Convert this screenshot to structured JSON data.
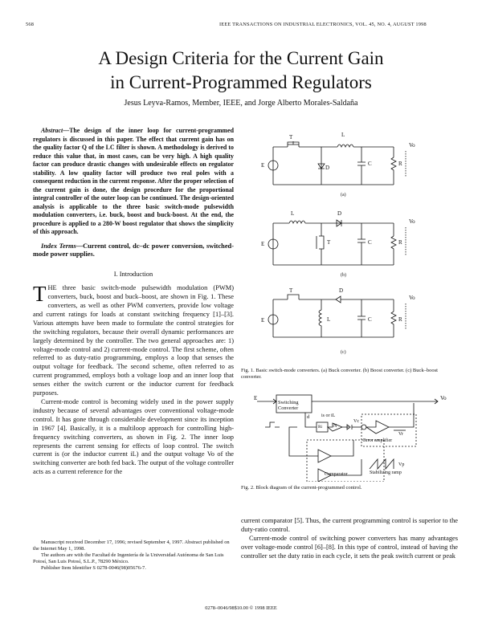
{
  "header": {
    "page_number": "568",
    "journal": "IEEE TRANSACTIONS ON INDUSTRIAL ELECTRONICS, VOL. 45, NO. 4, AUGUST 1998"
  },
  "title_line1": "A Design Criteria for the Current Gain",
  "title_line2": "in Current-Programmed Regulators",
  "authors": "Jesus Leyva-Ramos, Member, IEEE, and Jorge Alberto Morales-Saldaña",
  "abstract": {
    "lead": "Abstract",
    "text": "—The design of the inner loop for current-programmed regulators is discussed in this paper. The effect that current gain has on the quality factor Q of the LC filter is shown. A methodology is derived to reduce this value that, in most cases, can be very high. A high quality factor can produce drastic changes with undesirable effects on regulator stability. A low quality factor will produce two real poles with a consequent reduction in the current response. After the proper selection of the current gain is done, the design procedure for the proportional integral controller of the outer loop can be continued. The design-oriented analysis is applicable to the three basic switch-mode pulsewidth modulation converters, i.e. buck, boost and buck-boost. At the end, the procedure is applied to a 280-W boost regulator that shows the simplicity of this approach."
  },
  "index_terms": {
    "lead": "Index Terms",
    "text": "—Current control, dc–dc power conversion, switched-mode power supplies."
  },
  "section1_heading": "I. Introduction",
  "intro_p1": {
    "dropcap": "T",
    "text": "HE three basic switch-mode pulsewidth modulation (PWM) converters, buck, boost and buck–boost, are shown in Fig. 1. These converters, as well as other PWM converters, provide low voltage and current ratings for loads at constant switching frequency [1]–[3]. Various attempts have been made to formulate the control strategies for the switching regulators, because their overall dynamic performances are largely determined by the controller. The two general approaches are: 1) voltage-mode control and 2) current-mode control. The first scheme, often referred to as duty-ratio programming, employs a loop that senses the output voltage for feedback. The second scheme, often referred to as current programmed, employs both a voltage loop and an inner loop that senses either the switch current or the inductor current for feedback purposes."
  },
  "intro_p2": "Current-mode control is becoming widely used in the power supply industry because of several advantages over conventional voltage-mode control. It has gone through considerable development since its inception in 1967 [4]. Basically, it is a multiloop approach for controlling high-frequency switching converters, as shown in Fig. 2. The inner loop represents the current sensing for effects of loop control. The switch current is (or the inductor current iL) and the output voltage Vo of the switching converter are both fed back. The output of the voltage controller acts as a current reference for the",
  "right_p1": "current comparator [5]. Thus, the current programming control is superior to the duty-ratio control.",
  "right_p2": "Current-mode control of switching power converters has many advantages over voltage-mode control [6]–[8]. In this type of control, instead of having the controller set the duty ratio in each cycle, it sets the peak switch current or peak",
  "footnotes": {
    "received": "Manuscript received December 17, 1996; revised September 4, 1997. Abstract published on the Internet May 1, 1998.",
    "affiliation": "The authors are with the Facultad de Ingeniería de la Universidad Autónoma de San Luis Potosí, San Luis Potosí, S.L.P., 78290 México.",
    "identifier": "Publisher Item Identifier S 0278-0046(98)05676-7."
  },
  "footer": "0278–0046/98$10.00 © 1998 IEEE",
  "fig1": {
    "panel_a": "(a)",
    "panel_b": "(b)",
    "panel_c": "(c)",
    "caption": "Fig. 1. Basic switch-mode converters. (a) Buck converter. (b) Boost converter. (c) Buck–boost converter.",
    "labels": {
      "L": "L",
      "D": "D",
      "T": "T",
      "C": "C",
      "R": "R",
      "E": "E",
      "Vo": "Vo"
    }
  },
  "fig2": {
    "caption": "Fig. 2. Block diagram of the current-programmed control.",
    "labels": {
      "E": "E",
      "switching_converter": "Switching Converter",
      "d": "d",
      "is_or_iL": "is or iL",
      "Ri": "Ri",
      "N": "N",
      "Vc": "Vc",
      "Vr": "Vr",
      "Vp": "Vp",
      "Vo": "Vo",
      "error_amplifier": "Error amplifier",
      "comparator": "Comparator",
      "stabilizing_ramp": "Stabilizing ramp"
    }
  }
}
